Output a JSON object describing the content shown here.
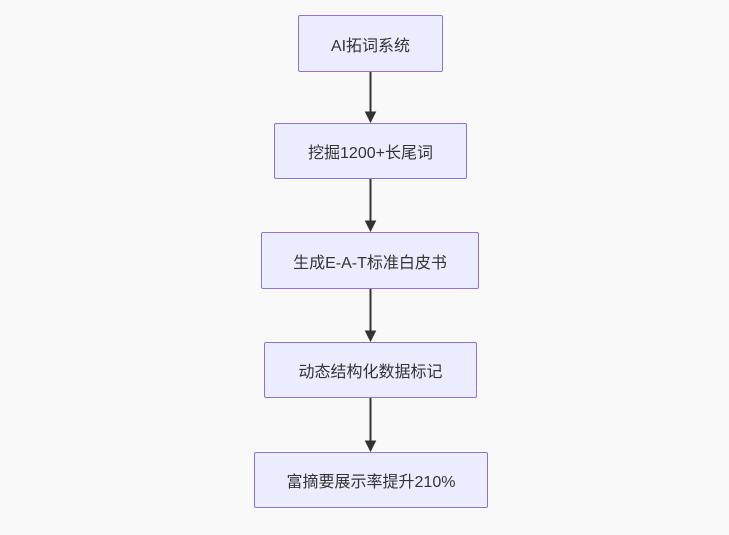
{
  "diagram": {
    "type": "flowchart",
    "direction": "top-down",
    "nodes": [
      {
        "id": "n1",
        "label": "AI拓词系统"
      },
      {
        "id": "n2",
        "label": "挖掘1200+长尾词"
      },
      {
        "id": "n3",
        "label": "生成E-A-T标准白皮书"
      },
      {
        "id": "n4",
        "label": "动态结构化数据标记"
      },
      {
        "id": "n5",
        "label": "富摘要展示率提升210%"
      }
    ],
    "edges": [
      {
        "from": "n1",
        "to": "n2"
      },
      {
        "from": "n2",
        "to": "n3"
      },
      {
        "from": "n3",
        "to": "n4"
      },
      {
        "from": "n4",
        "to": "n5"
      }
    ]
  },
  "colors": {
    "background": "#f9f9f9",
    "node_fill": "#ececff",
    "node_border": "#9370db",
    "node_text": "#333333",
    "edge": "#333333"
  }
}
